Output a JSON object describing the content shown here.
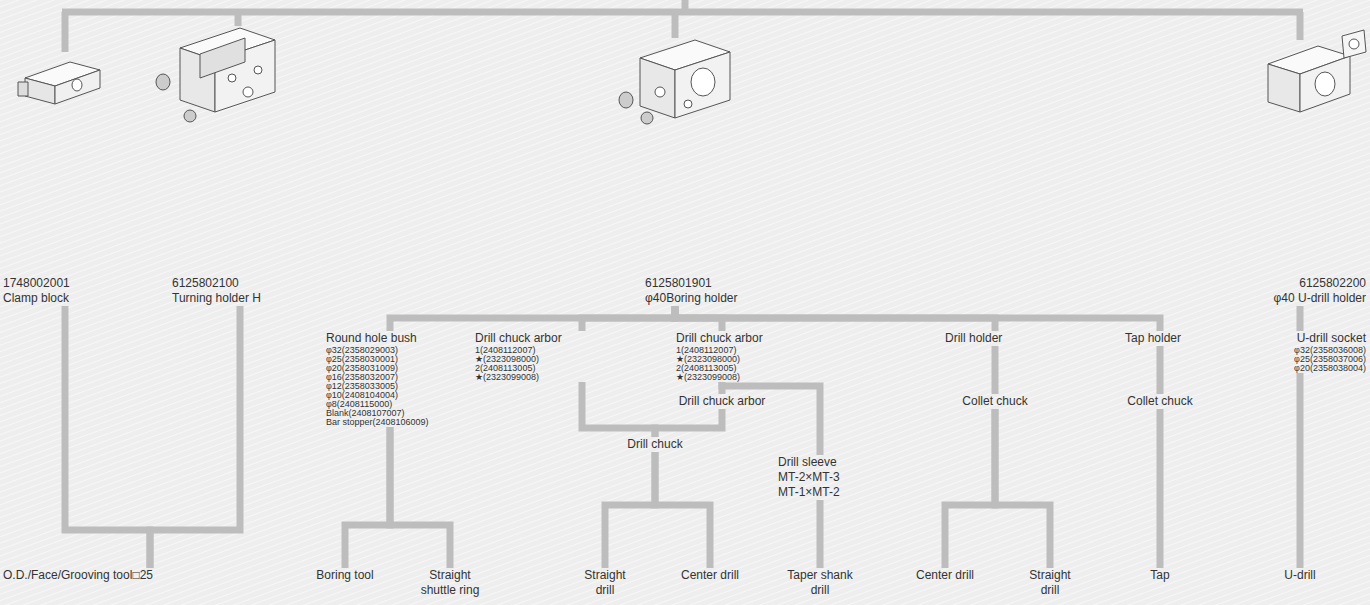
{
  "diagram": {
    "nodes": [
      {
        "text": [
          "1748002001",
          "Clamp block"
        ]
      },
      {
        "text": [
          "6125802100",
          "Turning holder H"
        ]
      },
      {
        "text": [
          "6125801901",
          "φ40Boring holder"
        ]
      },
      {
        "text": [
          "6125802200",
          "φ40 U-drill holder"
        ]
      },
      {
        "text": [
          "Round hole bush",
          "φ32(2358029003)",
          "φ25(2358030001)",
          "φ20(2358031009)",
          "φ16(2358032007)",
          "φ12(2358033005)",
          "φ10(2408104004)",
          "φ8(2408115000)",
          "Blank(2408107007)",
          "Bar stopper(2408106009)"
        ]
      },
      {
        "text": [
          "Drill chuck arbor",
          "1(2408112007)",
          "★(2323098000)",
          "2(2408113005)",
          "★(2323099008)"
        ]
      },
      {
        "text": [
          "Drill chuck arbor",
          "1(2408112007)",
          "★(2323098000)",
          "2(2408113005)",
          "★(2323099008)"
        ]
      },
      {
        "text": [
          "Drill holder"
        ]
      },
      {
        "text": [
          "Tap holder"
        ]
      },
      {
        "text": [
          "U-drill socket",
          "φ32(2358036008)",
          "φ25(2358037006)",
          "φ20(2358038004)"
        ]
      },
      {
        "text": [
          "Drill chuck arbor"
        ]
      },
      {
        "text": [
          "Collet chuck"
        ]
      },
      {
        "text": [
          "Collet chuck"
        ]
      },
      {
        "text": [
          "Drill chuck"
        ]
      },
      {
        "text": [
          "Drill sleeve",
          "MT-2×MT-3",
          "MT-1×MT-2"
        ]
      },
      {
        "text": [
          "O.D./Face/Grooving tool□25"
        ]
      },
      {
        "text": [
          "Boring tool"
        ]
      },
      {
        "text": [
          "Straight shuttle ring"
        ]
      },
      {
        "text": [
          "Straight drill"
        ]
      },
      {
        "text": [
          "Center drill"
        ]
      },
      {
        "text": [
          "Taper shank drill"
        ]
      },
      {
        "text": [
          "Center drill"
        ]
      },
      {
        "text": [
          "Straight drill"
        ]
      },
      {
        "text": [
          "Tap"
        ]
      },
      {
        "text": [
          "U-drill"
        ]
      }
    ],
    "edges": [
      {
        "from": 0,
        "to": 15,
        "arrow": "none"
      },
      {
        "from": 1,
        "to": 15,
        "arrow": "none"
      },
      {
        "from": 2,
        "to": 4,
        "arrow": "none"
      },
      {
        "from": 2,
        "to": 5,
        "arrow": "none"
      },
      {
        "from": 2,
        "to": 6,
        "arrow": "none"
      },
      {
        "from": 2,
        "to": 7,
        "arrow": "none"
      },
      {
        "from": 2,
        "to": 8,
        "arrow": "none"
      },
      {
        "from": 3,
        "to": 9,
        "arrow": "none"
      },
      {
        "from": 4,
        "to": 16,
        "arrow": "none"
      },
      {
        "from": 4,
        "to": 17,
        "arrow": "none"
      },
      {
        "from": 5,
        "to": 13,
        "arrow": "none"
      },
      {
        "from": 6,
        "to": 10,
        "arrow": "none"
      },
      {
        "from": 6,
        "to": 14,
        "arrow": "none"
      },
      {
        "from": 10,
        "to": 13,
        "arrow": "none"
      },
      {
        "from": 13,
        "to": 18,
        "arrow": "none"
      },
      {
        "from": 13,
        "to": 19,
        "arrow": "none"
      },
      {
        "from": 14,
        "to": 20,
        "arrow": "none"
      },
      {
        "from": 7,
        "to": 11,
        "arrow": "none"
      },
      {
        "from": 11,
        "to": 21,
        "arrow": "none"
      },
      {
        "from": 11,
        "to": 22,
        "arrow": "none"
      },
      {
        "from": 8,
        "to": 12,
        "arrow": "none"
      },
      {
        "from": 12,
        "to": 23,
        "arrow": "none"
      },
      {
        "from": 9,
        "to": 24,
        "arrow": "none"
      }
    ]
  }
}
